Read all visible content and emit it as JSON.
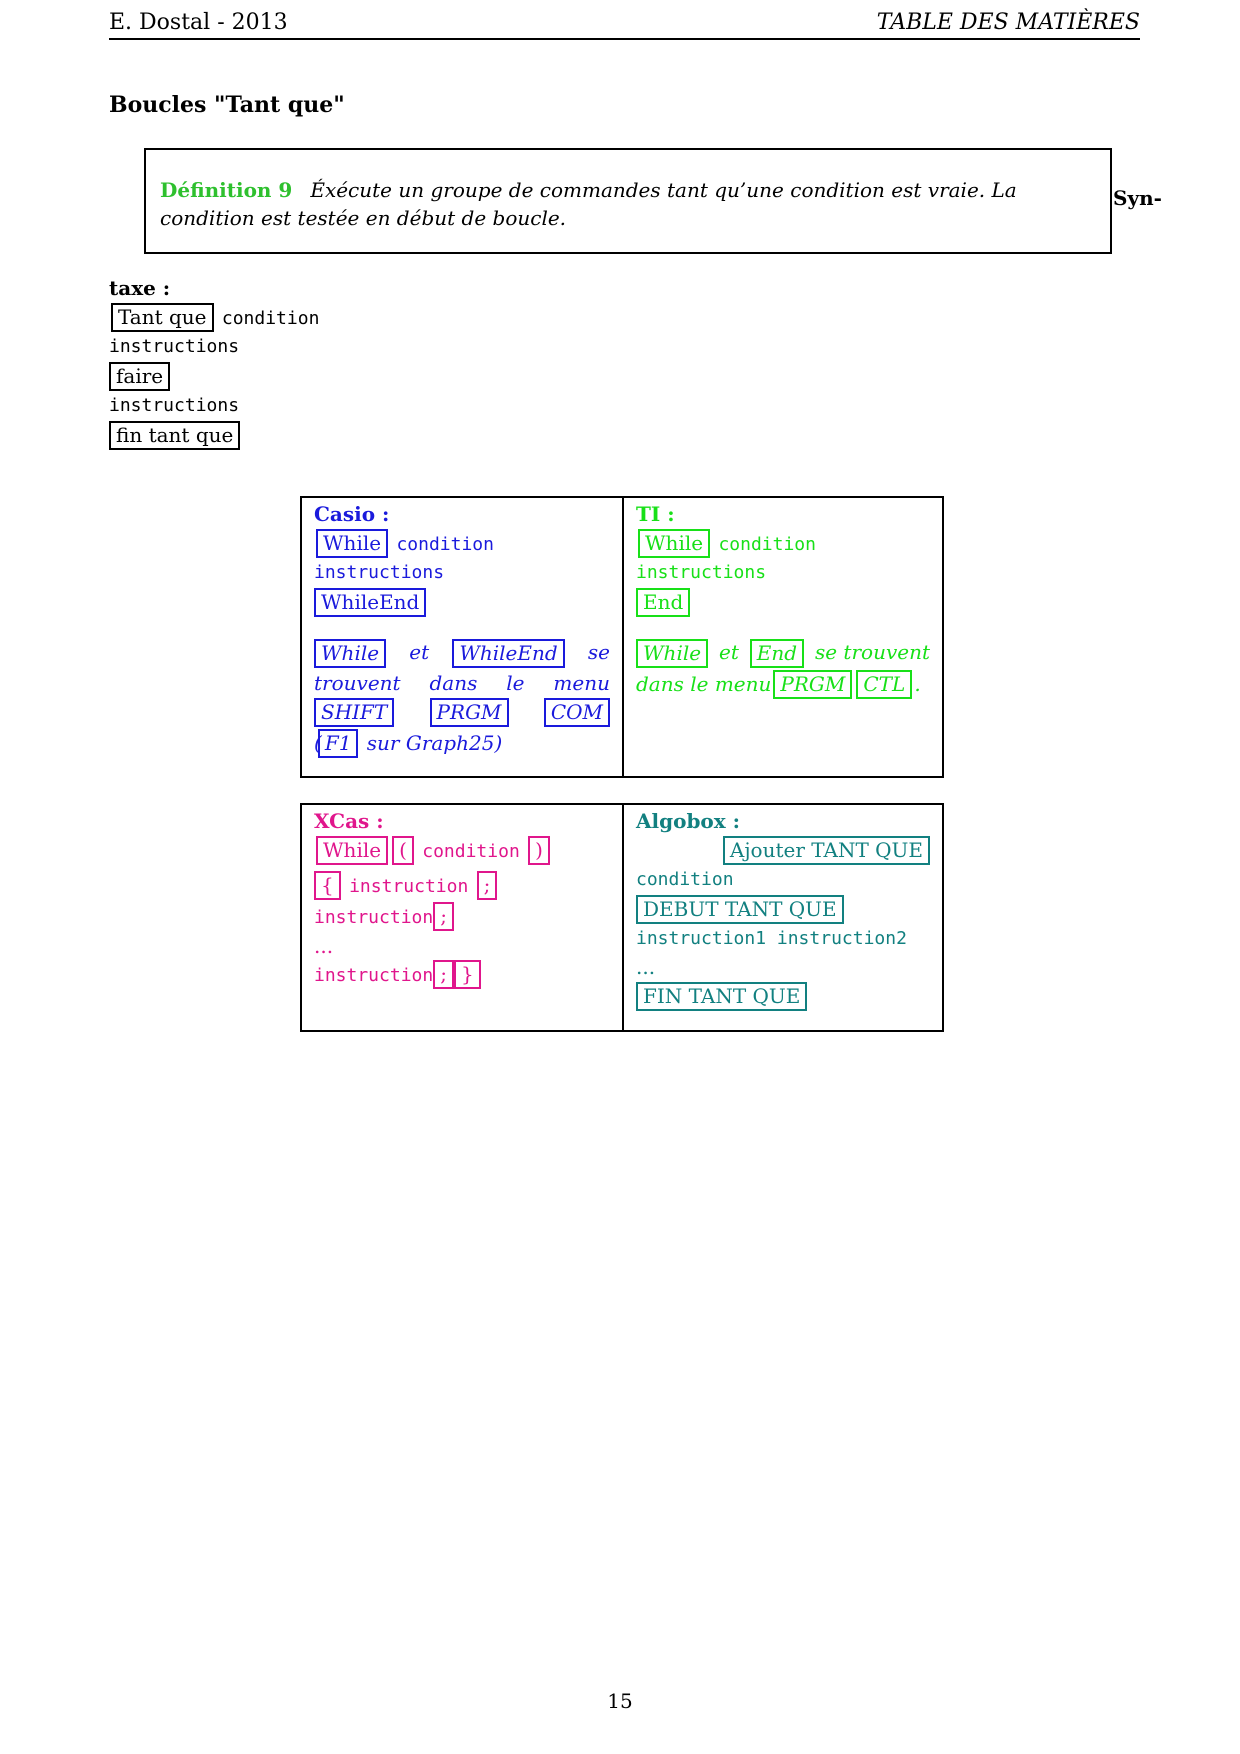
{
  "header": {
    "author": "E. Dostal - 2013",
    "section": "TABLE DES MATIÈRES"
  },
  "title": "Boucles \"Tant que\"",
  "definition": {
    "label": "Définition 9",
    "text": "Éxécute un groupe de commandes tant qu’une condition est vraie. La condition est testée en début de boucle."
  },
  "syn_label": "Syn-",
  "syntax": {
    "heading": "taxe :",
    "kw_tant_que": "Tant que",
    "condition": "condition",
    "instructions1": "instructions",
    "kw_faire": "faire",
    "instructions2": "instructions",
    "kw_fin": "fin tant que"
  },
  "casio": {
    "heading": "Casio :",
    "kw_while": "While",
    "condition": "condition",
    "instructions": "instructions",
    "kw_whileend": "WhileEnd",
    "note_while": "While",
    "note_et": "et",
    "note_whileend": "WhileEnd",
    "note_se": "se",
    "note_line2": "trouvent dans le menu",
    "key_shift": "SHIFT",
    "key_prgm": "PRGM",
    "key_com": "COM",
    "paren_open": "(",
    "key_f1": "F1",
    "note_end": "sur Graph25)"
  },
  "ti": {
    "heading": "TI :",
    "kw_while": "While",
    "condition": "condition",
    "instructions": "instructions",
    "kw_end": "End",
    "note_while": "While",
    "note_et": "et",
    "note_end": "End",
    "note_se": "se trouvent",
    "note_dans": "dans le menu",
    "key_prgm": "PRGM",
    "key_ctl": "CTL",
    "period": "."
  },
  "xcas": {
    "heading": "XCas :",
    "kw_while": "While",
    "paren_open": "(",
    "condition": "condition",
    "paren_close": ")",
    "brace_open": "{",
    "instruction1": "instruction",
    "semi": ";",
    "instruction2": "instruction",
    "ellipsis": "...",
    "instruction3": "instruction",
    "brace_close": "}"
  },
  "algobox": {
    "heading": "Algobox :",
    "btn_ajouter": "Ajouter TANT QUE",
    "condition": "condition",
    "kw_debut": "DEBUT TANT QUE",
    "instructions": "instruction1 instruction2",
    "ellipsis": "...",
    "kw_fin": "FIN TANT QUE"
  },
  "page_number": "15",
  "colors": {
    "definition": "#2ec02e",
    "casio": "#1a1adc",
    "ti": "#18e018",
    "xcas": "#e0168c",
    "algobox": "#128080"
  }
}
